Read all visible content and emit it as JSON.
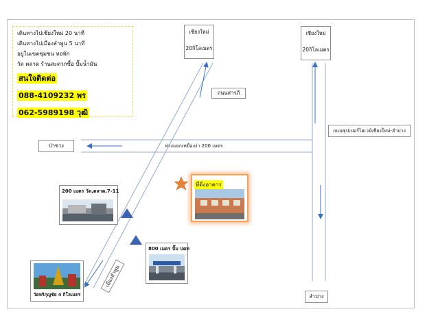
{
  "info_box": {
    "lines": [
      "เดินทางไปเชียงใหม่ 20 นาที",
      "เดินทางไปเมืองลำพูน 5 นาที",
      "อยู่ในเขตชุมชน หอพัก",
      "วัด ตลาด ร้านสะดวกซื้อ ปั๊มน้ำมัน"
    ],
    "contact_heading": "สนใจติดต่อ",
    "phones": [
      "088-4109232 พร",
      "062-5989198 วุฒิ"
    ]
  },
  "signs": {
    "chiangmai_left": {
      "city": "เชียงใหม่",
      "distance": "20กิโลเมตร"
    },
    "chiangmai_right": {
      "city": "เชียงใหม่",
      "distance": "20กิโลเมตร"
    },
    "sarapi_road": "ถนนสารภี",
    "pa_sang": "ป่าซาง",
    "superhighway": "ถนนซุปเปอร์ไฮเวย์เชียงใหม่-ลำปาง",
    "lampang": "ลำปาง",
    "lamphun": "เมืองลำพูน",
    "junction": "ห่างแยกเหมืองง่า 200 เมตร"
  },
  "landmarks": {
    "wat_market": "200 เมตร วัด,ตลาด,7-11",
    "gas_station": "800 เมตร ปั๊ม ปตท",
    "temple": "วัดหริภุญชัย 4 กิโลเมตร",
    "property": "ที่ดิ่งอาคาร"
  },
  "colors": {
    "road_line": "#8fa9d6",
    "arrow_blue": "#3a6fc4",
    "triangle_fill": "#3d63b5",
    "star_fill": "#e8833a",
    "highlight": "#ffff00",
    "contact_border": "#ffd34d",
    "property_border": "#f3a260"
  }
}
